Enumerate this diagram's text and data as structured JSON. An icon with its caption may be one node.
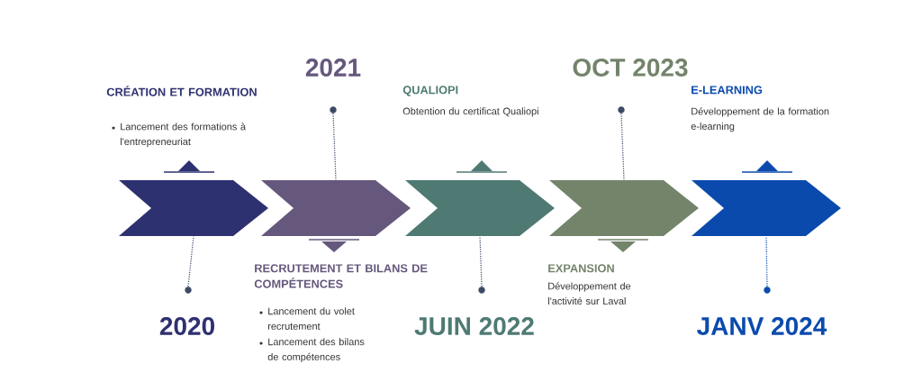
{
  "diagram": {
    "nodes": [
      {
        "text": [],
        "shape": "chevron",
        "beside": [
          "CRÉATION ET FORMATION",
          "Lancement des formations à l'entrepreneuriat"
        ]
      },
      {
        "text": [],
        "shape": "chevron",
        "beside": [
          "RECRUTEMENT ET BILANS DE COMPÉTENCES",
          "Lancement du volet recrutement",
          "Lancement des bilans de compétences"
        ]
      },
      {
        "text": [],
        "shape": "chevron",
        "beside": [
          "QUALIOPI",
          "Obtention du certificat Qualiopi"
        ]
      },
      {
        "text": [],
        "shape": "chevron",
        "beside": [
          "EXPANSION",
          "Développement de l'activité sur Laval"
        ]
      },
      {
        "text": [],
        "shape": "chevron",
        "beside": [
          "E-LEARNING",
          "Développement de la formation e-learning"
        ]
      },
      {
        "text": [],
        "shape": "circle"
      },
      {
        "text": [],
        "shape": "circle"
      },
      {
        "text": [],
        "shape": "circle"
      },
      {
        "text": [],
        "shape": "circle"
      },
      {
        "text": [],
        "shape": "circle"
      }
    ],
    "edges": [
      {
        "from": 5,
        "to": 0,
        "arrow": "none",
        "style": "dashed"
      },
      {
        "from": 6,
        "to": 1,
        "arrow": "none",
        "style": "dashed"
      },
      {
        "from": 7,
        "to": 2,
        "arrow": "none",
        "style": "dashed"
      },
      {
        "from": 8,
        "to": 3,
        "arrow": "none",
        "style": "dashed"
      },
      {
        "from": 9,
        "to": 4,
        "arrow": "none",
        "style": "dashed",
        "color": "#0b4aad"
      }
    ],
    "labels": [
      "2021",
      "OCT 2023",
      "2020",
      "JUIN 2022",
      "JANV 2024"
    ]
  }
}
